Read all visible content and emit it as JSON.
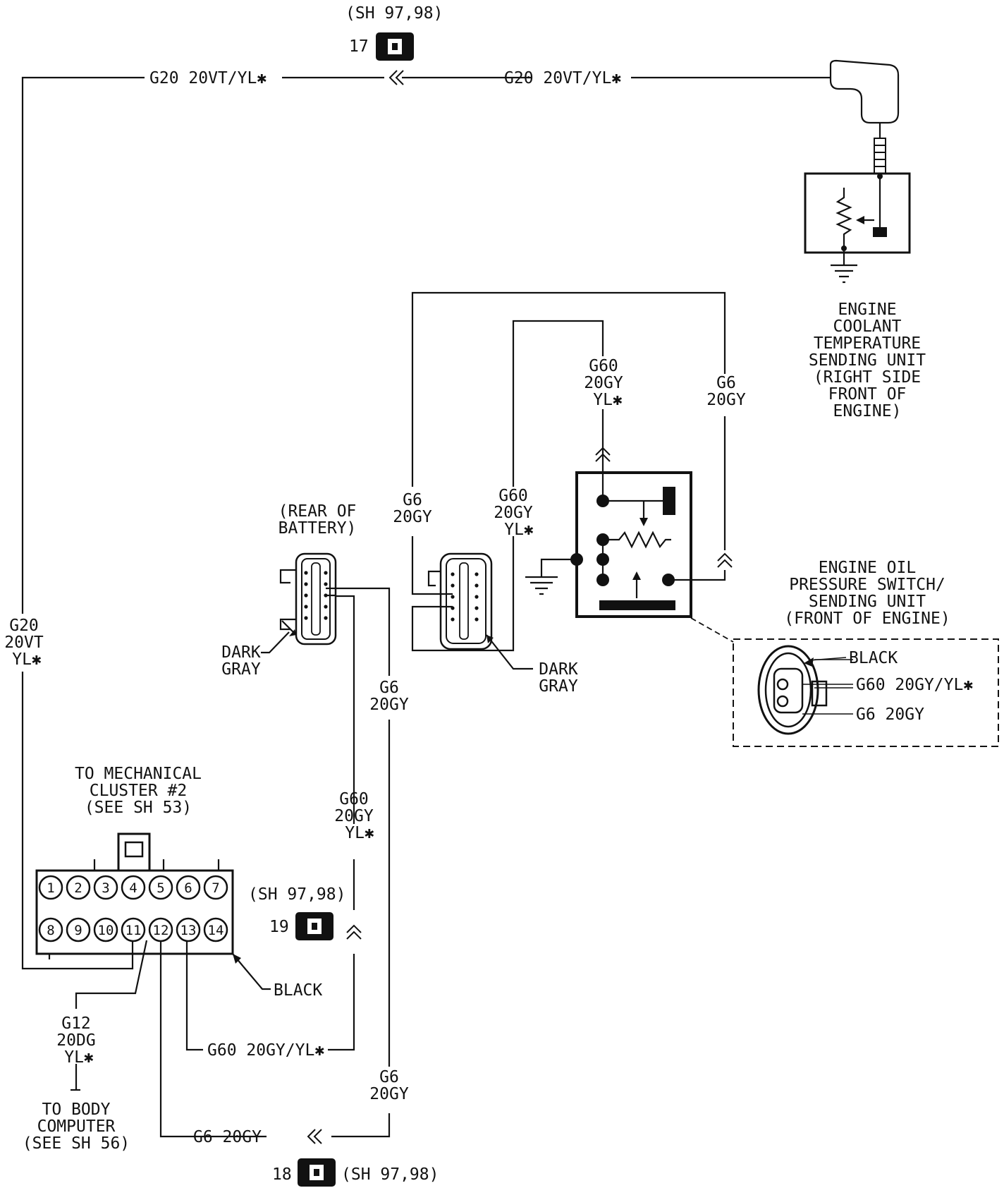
{
  "connectors": {
    "c17": {
      "ref": "(SH 97,98)",
      "num": "17"
    },
    "c18": {
      "ref": "(SH 97,98)",
      "num": "18"
    },
    "c19": {
      "ref": "(SH 97,98)",
      "num": "19"
    }
  },
  "wires": {
    "top_left": "G20 20VT/YL✱",
    "top_right": "G20 20VT/YL✱",
    "left_vertical": [
      "G20",
      "20VT",
      "YL✱"
    ],
    "relay_top": [
      "G60",
      "20GY",
      "YL✱"
    ],
    "relay_right": [
      "G6",
      "20GY"
    ],
    "relay_left_g6": [
      "G6",
      "20GY"
    ],
    "relay_left_g60": [
      "G60",
      "20GY",
      "YL✱"
    ],
    "mid_g6": [
      "G6",
      "20GY"
    ],
    "mid_g60": [
      "G60",
      "20GY",
      "YL✱"
    ],
    "lower_g6": [
      "G6",
      "20GY"
    ],
    "g60_bottom": "G60 20GY/YL✱",
    "g6_bottom": "G6 20GY",
    "g12": [
      "G12",
      "20DG",
      "YL✱"
    ]
  },
  "sending_unit_label": [
    "ENGINE",
    "COOLANT",
    "TEMPERATURE",
    "SENDING UNIT",
    "(RIGHT SIDE",
    "FRONT OF",
    "ENGINE)"
  ],
  "oil_switch_label": [
    "ENGINE OIL",
    "PRESSURE SWITCH/",
    "SENDING UNIT",
    "(FRONT OF ENGINE)"
  ],
  "oil_inset": {
    "color": "BLACK",
    "pin1": "G60 20GY/YL✱",
    "pin2": "G6 20GY"
  },
  "battery_label": [
    "(REAR OF",
    "BATTERY)"
  ],
  "dark_gray_left": [
    "DARK",
    "GRAY"
  ],
  "dark_gray_right": [
    "DARK",
    "GRAY"
  ],
  "cluster": {
    "title": [
      "TO MECHANICAL",
      "CLUSTER #2",
      "(SEE SH 53)"
    ],
    "pins_top": [
      "1",
      "2",
      "3",
      "4",
      "5",
      "6",
      "7"
    ],
    "pins_bottom": [
      "8",
      "9",
      "10",
      "11",
      "12",
      "13",
      "14"
    ],
    "color": "BLACK"
  },
  "body_computer": [
    "TO BODY",
    "COMPUTER",
    "(SEE SH 56)"
  ]
}
